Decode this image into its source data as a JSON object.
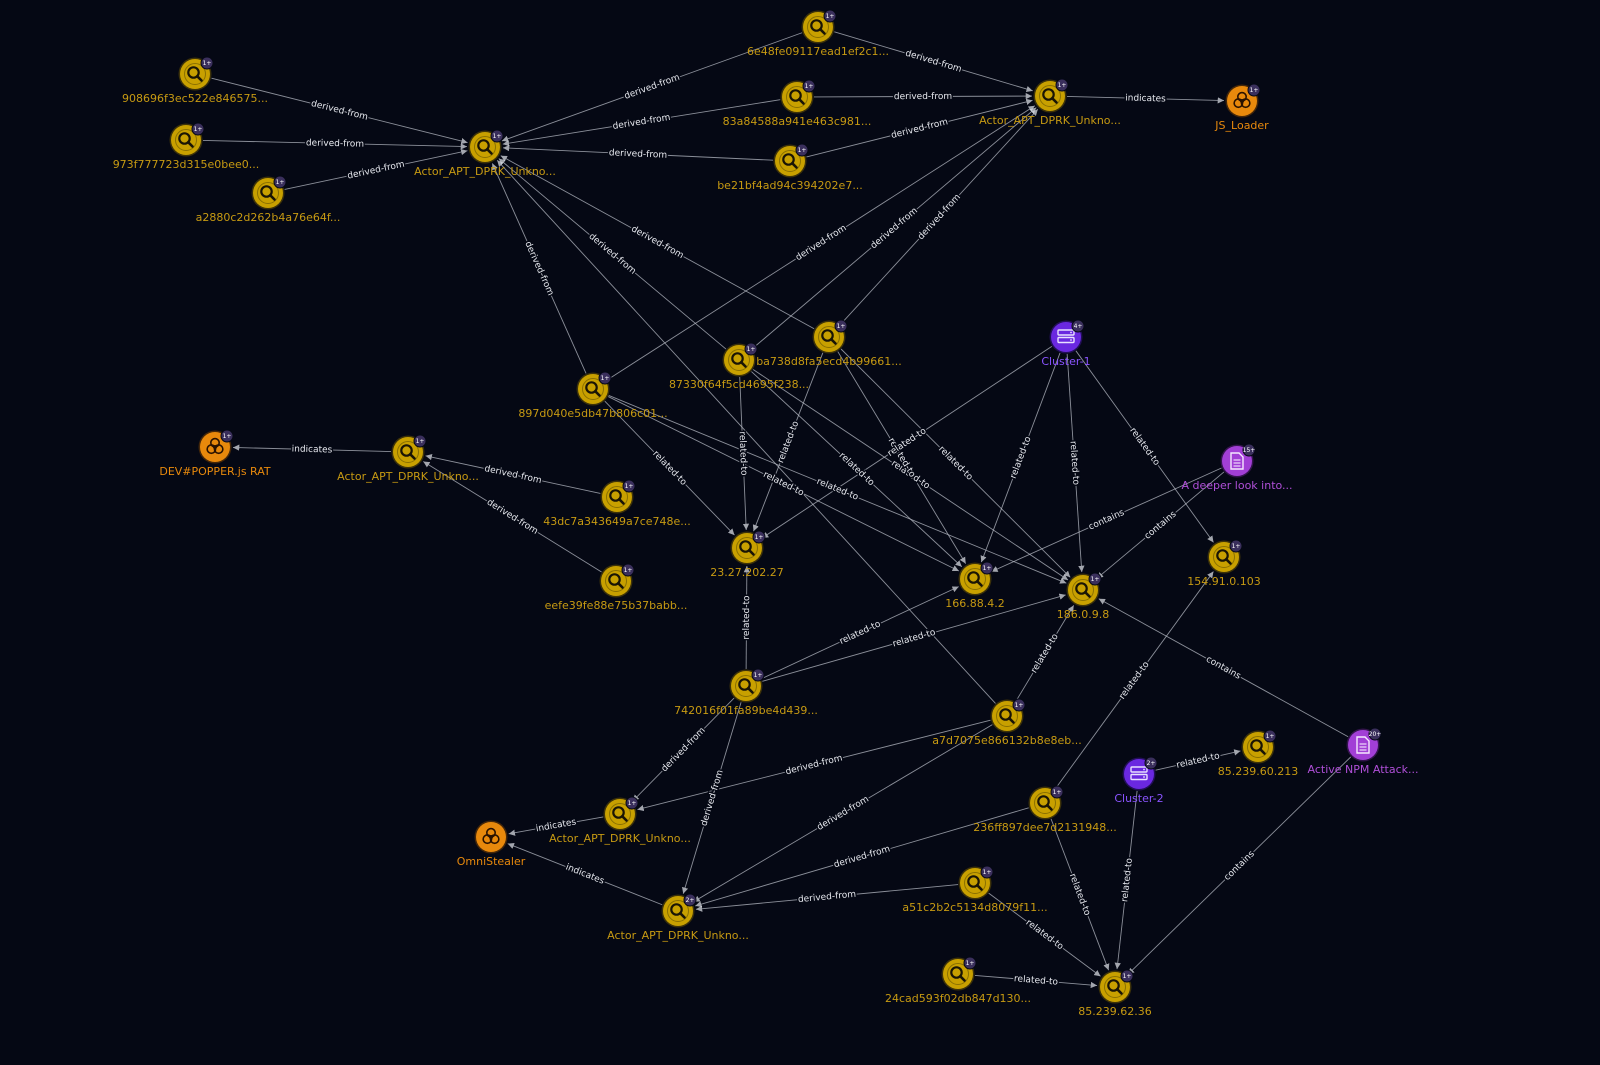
{
  "colors": {
    "background": "#050814",
    "indicator": "#c8a000",
    "indicator_label": "#c79a12",
    "malware": "#e8890c",
    "malware_label": "#e8890c",
    "infrastructure": "#6a28e0",
    "infrastructure_label": "#8a54ff",
    "report": "#a23fd6",
    "report_label": "#b04fd8",
    "badge": "#3a2f5c",
    "edge": "#b8bcc6"
  },
  "node_types": {
    "indicator": "search-icon",
    "malware": "biohazard-icon",
    "infrastructure": "server-icon",
    "report": "document-icon"
  },
  "nodes": [
    {
      "id": "n908696",
      "type": "indicator",
      "label": "908696f3ec522e846575...",
      "badge": "1+"
    },
    {
      "id": "n973f77",
      "type": "indicator",
      "label": "973f777723d315e0bee0...",
      "badge": "1+"
    },
    {
      "id": "na2880c",
      "type": "indicator",
      "label": "a2880c2d262b4a76e64f...",
      "badge": "1+"
    },
    {
      "id": "actor1",
      "type": "indicator",
      "label": "Actor_APT_DPRK_Unkno...",
      "badge": "1+"
    },
    {
      "id": "n6e48fe",
      "type": "indicator",
      "label": "6e48fe09117ead1ef2c1...",
      "badge": "1+"
    },
    {
      "id": "n83a845",
      "type": "indicator",
      "label": "83a84588a941e463c981...",
      "badge": "1+"
    },
    {
      "id": "nbe21bf",
      "type": "indicator",
      "label": "be21bf4ad94c394202e7...",
      "badge": "1+"
    },
    {
      "id": "actor2",
      "type": "indicator",
      "label": "Actor_APT_DPRK_Unkno...",
      "badge": "1+"
    },
    {
      "id": "jsloader",
      "type": "malware",
      "label": "JS_Loader",
      "badge": "1+"
    },
    {
      "id": "n897d04",
      "type": "indicator",
      "label": "897d040e5db47b806c01...",
      "badge": "1+"
    },
    {
      "id": "n87330f",
      "type": "indicator",
      "label": "87330f64f5cd4695f238...",
      "badge": "1+"
    },
    {
      "id": "nba738d",
      "type": "indicator",
      "label": "ba738d8fa5ecd4b99661...",
      "badge": "1+"
    },
    {
      "id": "cluster1",
      "type": "infrastructure",
      "label": "Cluster-1",
      "badge": "4+"
    },
    {
      "id": "devpopper",
      "type": "malware",
      "label": "DEV#POPPER.js RAT",
      "badge": "1+"
    },
    {
      "id": "actor3",
      "type": "indicator",
      "label": "Actor_APT_DPRK_Unkno...",
      "badge": "1+"
    },
    {
      "id": "n43dc7a",
      "type": "indicator",
      "label": "43dc7a343649a7ce748e...",
      "badge": "1+"
    },
    {
      "id": "neefe39",
      "type": "indicator",
      "label": "eefe39fe88e75b37babb...",
      "badge": "1+"
    },
    {
      "id": "ip232720227",
      "type": "indicator",
      "label": "23.27.202.27",
      "badge": "1+"
    },
    {
      "id": "ip16688",
      "type": "indicator",
      "label": "166.88.4.2",
      "badge": "1+"
    },
    {
      "id": "ip18609",
      "type": "indicator",
      "label": "186.0.9.8",
      "badge": "1+"
    },
    {
      "id": "ip15491",
      "type": "indicator",
      "label": "154.91.0.103",
      "badge": "1+"
    },
    {
      "id": "report1",
      "type": "report",
      "label": "A deeper look into...",
      "badge": "15+"
    },
    {
      "id": "n742016",
      "type": "indicator",
      "label": "742016f01fa89be4d439...",
      "badge": "1+"
    },
    {
      "id": "na7d707",
      "type": "indicator",
      "label": "a7d7075e866132b8e8eb...",
      "badge": "1+"
    },
    {
      "id": "cluster2",
      "type": "infrastructure",
      "label": "Cluster-2",
      "badge": "2+"
    },
    {
      "id": "ip8523960",
      "type": "indicator",
      "label": "85.239.60.213",
      "badge": "1+"
    },
    {
      "id": "report2",
      "type": "report",
      "label": "Active NPM Attack...",
      "badge": "20+"
    },
    {
      "id": "actor4",
      "type": "indicator",
      "label": "Actor_APT_DPRK_Unkno...",
      "badge": "1+"
    },
    {
      "id": "omnistealer",
      "type": "malware",
      "label": "OmniStealer",
      "badge": ""
    },
    {
      "id": "n236ff8",
      "type": "indicator",
      "label": "236ff897dee7d2131948...",
      "badge": "1+"
    },
    {
      "id": "actor5",
      "type": "indicator",
      "label": "Actor_APT_DPRK_Unkno...",
      "badge": "2+"
    },
    {
      "id": "na51c2b",
      "type": "indicator",
      "label": "a51c2b2c5134d8079f11...",
      "badge": "1+"
    },
    {
      "id": "n24cad5",
      "type": "indicator",
      "label": "24cad593f02db847d130...",
      "badge": "1+"
    },
    {
      "id": "ip8523962",
      "type": "indicator",
      "label": "85.239.62.36",
      "badge": "1+"
    }
  ],
  "edges": [
    {
      "source": "n908696",
      "target": "actor1",
      "label": "derived-from"
    },
    {
      "source": "n973f77",
      "target": "actor1",
      "label": "derived-from"
    },
    {
      "source": "na2880c",
      "target": "actor1",
      "label": "derived-from"
    },
    {
      "source": "n6e48fe",
      "target": "actor1",
      "label": "derived-from"
    },
    {
      "source": "n83a845",
      "target": "actor1",
      "label": "derived-from"
    },
    {
      "source": "nbe21bf",
      "target": "actor1",
      "label": "derived-from"
    },
    {
      "source": "n897d04",
      "target": "actor1",
      "label": "derived-from"
    },
    {
      "source": "n87330f",
      "target": "actor1",
      "label": "derived-from"
    },
    {
      "source": "nba738d",
      "target": "actor1",
      "label": "derived-from"
    },
    {
      "source": "na7d707",
      "target": "actor1",
      "label": ""
    },
    {
      "source": "n6e48fe",
      "target": "actor2",
      "label": "derived-from"
    },
    {
      "source": "n83a845",
      "target": "actor2",
      "label": "derived-from"
    },
    {
      "source": "nbe21bf",
      "target": "actor2",
      "label": "derived-from"
    },
    {
      "source": "n897d04",
      "target": "actor2",
      "label": "derived-from"
    },
    {
      "source": "n87330f",
      "target": "actor2",
      "label": "derived-from"
    },
    {
      "source": "nba738d",
      "target": "actor2",
      "label": "derived-from"
    },
    {
      "source": "actor2",
      "target": "jsloader",
      "label": "indicates"
    },
    {
      "source": "actor3",
      "target": "devpopper",
      "label": "indicates"
    },
    {
      "source": "n43dc7a",
      "target": "actor3",
      "label": "derived-from"
    },
    {
      "source": "neefe39",
      "target": "actor3",
      "label": "derived-from"
    },
    {
      "source": "n897d04",
      "target": "ip232720227",
      "label": "related-to"
    },
    {
      "source": "n897d04",
      "target": "ip16688",
      "label": "related-to"
    },
    {
      "source": "n897d04",
      "target": "ip18609",
      "label": "related-to"
    },
    {
      "source": "n87330f",
      "target": "ip232720227",
      "label": "related-to"
    },
    {
      "source": "n87330f",
      "target": "ip16688",
      "label": "related-to"
    },
    {
      "source": "n87330f",
      "target": "ip18609",
      "label": "related-to"
    },
    {
      "source": "nba738d",
      "target": "ip232720227",
      "label": "related-to"
    },
    {
      "source": "nba738d",
      "target": "ip16688",
      "label": "related-to"
    },
    {
      "source": "nba738d",
      "target": "ip18609",
      "label": "related-to"
    },
    {
      "source": "cluster1",
      "target": "ip232720227",
      "label": "related-to"
    },
    {
      "source": "cluster1",
      "target": "ip16688",
      "label": "related-to"
    },
    {
      "source": "cluster1",
      "target": "ip18609",
      "label": "related-to"
    },
    {
      "source": "cluster1",
      "target": "ip15491",
      "label": "related-to"
    },
    {
      "source": "report1",
      "target": "ip16688",
      "label": "contains"
    },
    {
      "source": "report1",
      "target": "ip18609",
      "label": "contains"
    },
    {
      "source": "report2",
      "target": "ip18609",
      "label": "contains"
    },
    {
      "source": "report2",
      "target": "ip8523962",
      "label": "contains"
    },
    {
      "source": "n742016",
      "target": "ip232720227",
      "label": "related-to"
    },
    {
      "source": "n742016",
      "target": "ip16688",
      "label": "related-to"
    },
    {
      "source": "n742016",
      "target": "ip18609",
      "label": "related-to"
    },
    {
      "source": "n742016",
      "target": "actor4",
      "label": "derived-from"
    },
    {
      "source": "n742016",
      "target": "actor5",
      "label": "derived-from"
    },
    {
      "source": "na7d707",
      "target": "ip18609",
      "label": "related-to"
    },
    {
      "source": "na7d707",
      "target": "actor4",
      "label": "derived-from"
    },
    {
      "source": "na7d707",
      "target": "actor5",
      "label": "derived-from"
    },
    {
      "source": "n236ff8",
      "target": "actor5",
      "label": "derived-from"
    },
    {
      "source": "n236ff8",
      "target": "ip15491",
      "label": "related-to"
    },
    {
      "source": "n236ff8",
      "target": "ip8523962",
      "label": "related-to"
    },
    {
      "source": "na51c2b",
      "target": "actor5",
      "label": "derived-from"
    },
    {
      "source": "na51c2b",
      "target": "ip8523962",
      "label": "related-to"
    },
    {
      "source": "n24cad5",
      "target": "ip8523962",
      "label": "related-to"
    },
    {
      "source": "cluster2",
      "target": "ip8523960",
      "label": "related-to"
    },
    {
      "source": "cluster2",
      "target": "ip8523962",
      "label": "related-to"
    },
    {
      "source": "actor4",
      "target": "omnistealer",
      "label": "indicates"
    },
    {
      "source": "actor5",
      "target": "omnistealer",
      "label": "indicates"
    }
  ]
}
